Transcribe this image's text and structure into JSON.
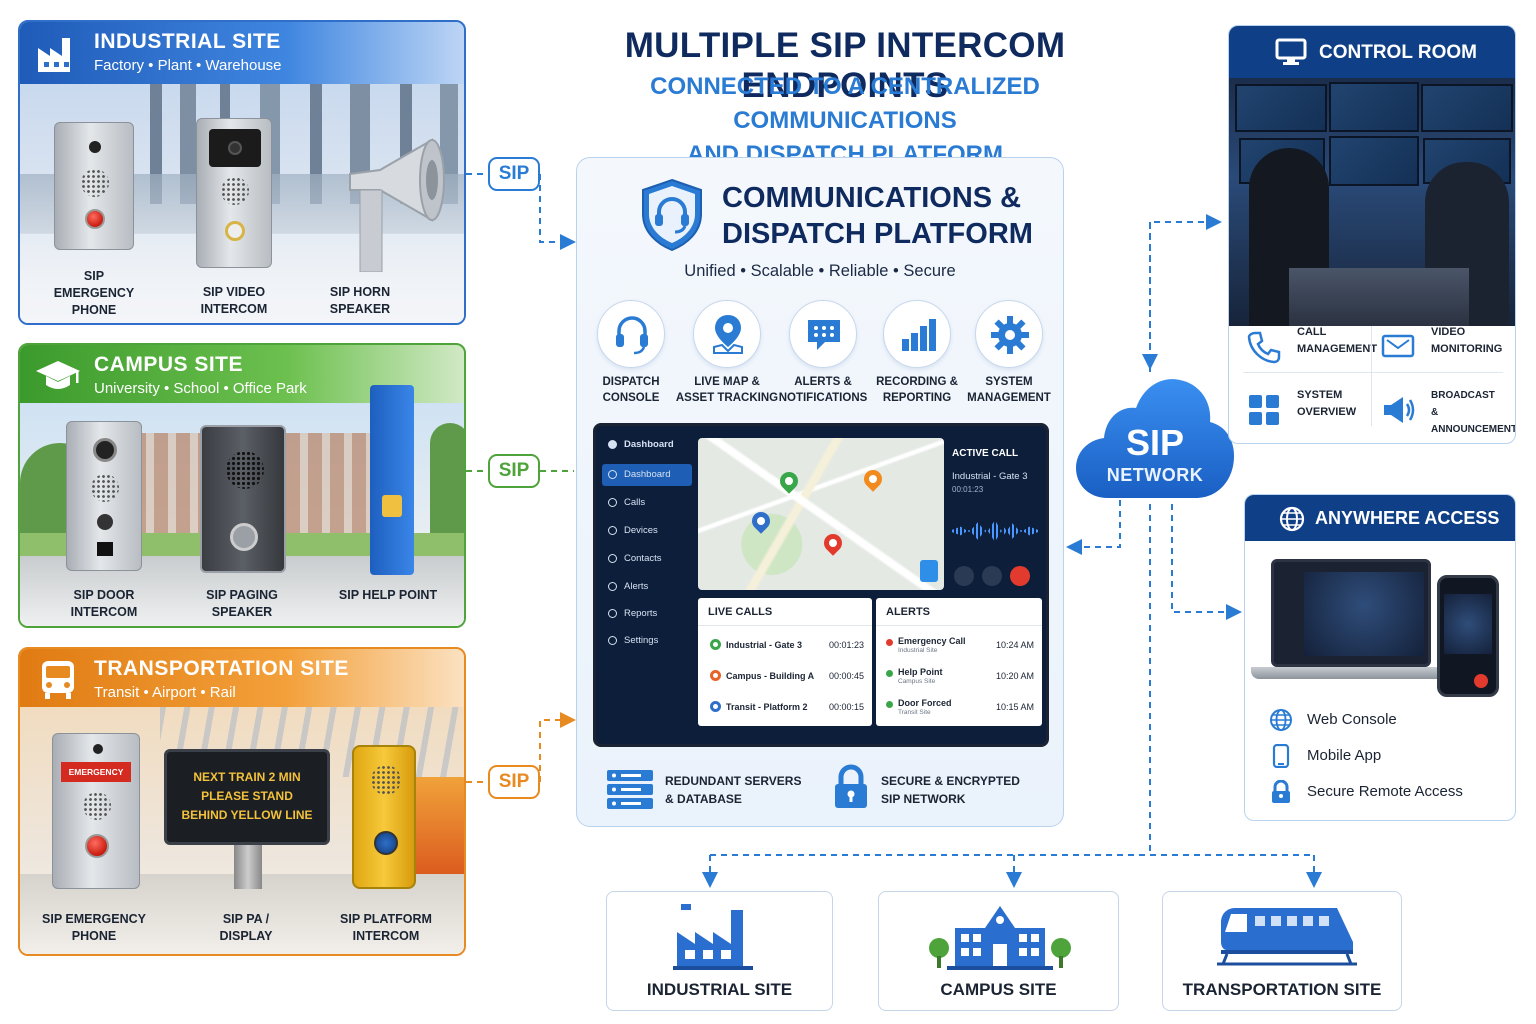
{
  "title": "MULTIPLE SIP INTERCOM ENDPOINTS",
  "subtitle_line1": "CONNECTED TO A CENTRALIZED COMMUNICATIONS",
  "subtitle_line2": "AND DISPATCH PLATFORM",
  "sip_badge": "SIP",
  "sites": {
    "industrial": {
      "title": "INDUSTRIAL SITE",
      "sub": "Factory • Plant • Warehouse",
      "devices": [
        "SIP EMERGENCY PHONE",
        "SIP VIDEO INTERCOM",
        "SIP HORN SPEAKER"
      ]
    },
    "campus": {
      "title": "CAMPUS SITE",
      "sub": "University • School • Office Park",
      "devices": [
        "SIP DOOR INTERCOM",
        "SIP PAGING SPEAKER",
        "SIP HELP POINT"
      ]
    },
    "transport": {
      "title": "TRANSPORTATION SITE",
      "sub": "Transit • Airport • Rail",
      "devices": [
        "SIP EMERGENCY PHONE",
        "SIP PA / DISPLAY",
        "SIP PLATFORM INTERCOM"
      ],
      "emergency_label": "EMERGENCY",
      "display_lines": [
        "NEXT TRAIN 2 MIN",
        "PLEASE STAND",
        "BEHIND YELLOW LINE"
      ]
    }
  },
  "platform": {
    "title_line1": "COMMUNICATIONS &",
    "title_line2": "DISPATCH PLATFORM",
    "tagline": "Unified  •  Scalable  •  Reliable  •  Secure",
    "features": [
      {
        "line1": "DISPATCH",
        "line2": "CONSOLE",
        "icon": "headset-icon"
      },
      {
        "line1": "LIVE MAP &",
        "line2": "ASSET TRACKING",
        "icon": "map-pin-icon"
      },
      {
        "line1": "ALERTS &",
        "line2": "NOTIFICATIONS",
        "icon": "chat-alert-icon"
      },
      {
        "line1": "RECORDING &",
        "line2": "REPORTING",
        "icon": "bar-chart-icon"
      },
      {
        "line1": "SYSTEM",
        "line2": "MANAGEMENT",
        "icon": "gear-icon"
      }
    ],
    "dashboard": {
      "brand": "Dashboard",
      "nav": [
        "Dashboard",
        "Calls",
        "Devices",
        "Contacts",
        "Alerts",
        "Reports",
        "Settings"
      ],
      "active_call": {
        "title": "ACTIVE CALL",
        "location": "Industrial - Gate 3",
        "time": "00:01:23"
      },
      "live_calls": {
        "title": "LIVE CALLS",
        "rows": [
          {
            "name": "Industrial - Gate 3",
            "time": "00:01:23",
            "color": "#3aa64a"
          },
          {
            "name": "Campus - Building A",
            "time": "00:00:45",
            "color": "#e8632a"
          },
          {
            "name": "Transit - Platform 2",
            "time": "00:00:15",
            "color": "#2f6fc9"
          }
        ]
      },
      "alerts": {
        "title": "ALERTS",
        "rows": [
          {
            "name": "Emergency Call",
            "sub": "Industrial Site",
            "time": "10:24 AM",
            "color": "#e23b2e"
          },
          {
            "name": "Help Point",
            "sub": "Campus Site",
            "time": "10:20 AM",
            "color": "#3aa64a"
          },
          {
            "name": "Door Forced",
            "sub": "Transit Site",
            "time": "10:15 AM",
            "color": "#3aa64a"
          }
        ]
      }
    },
    "footer": [
      {
        "line1": "REDUNDANT SERVERS",
        "line2": "& DATABASE",
        "icon": "server-icon"
      },
      {
        "line1": "SECURE & ENCRYPTED",
        "line2": "SIP NETWORK",
        "icon": "lock-icon"
      }
    ]
  },
  "network": {
    "line1": "SIP",
    "line2": "NETWORK"
  },
  "control_room": {
    "title": "CONTROL ROOM",
    "items": [
      {
        "line1": "CALL",
        "line2": "MANAGEMENT",
        "icon": "phone-icon"
      },
      {
        "line1": "VIDEO",
        "line2": "MONITORING",
        "icon": "video-icon"
      },
      {
        "line1": "SYSTEM",
        "line2": "OVERVIEW",
        "icon": "grid-icon"
      },
      {
        "line1": "BROADCAST",
        "line2": "& ANNOUNCEMENTS",
        "icon": "megaphone-icon"
      }
    ]
  },
  "anywhere": {
    "title": "ANYWHERE ACCESS",
    "items": [
      {
        "label": "Web Console",
        "icon": "globe-icon"
      },
      {
        "label": "Mobile App",
        "icon": "mobile-icon"
      },
      {
        "label": "Secure Remote Access",
        "icon": "lock-icon"
      }
    ]
  },
  "bottom_sites": [
    "INDUSTRIAL SITE",
    "CAMPUS SITE",
    "TRANSPORTATION SITE"
  ],
  "colors": {
    "navy": "#0f2a5e",
    "blue": "#2a7bd3",
    "green": "#4ea33a",
    "orange": "#e88a22"
  }
}
